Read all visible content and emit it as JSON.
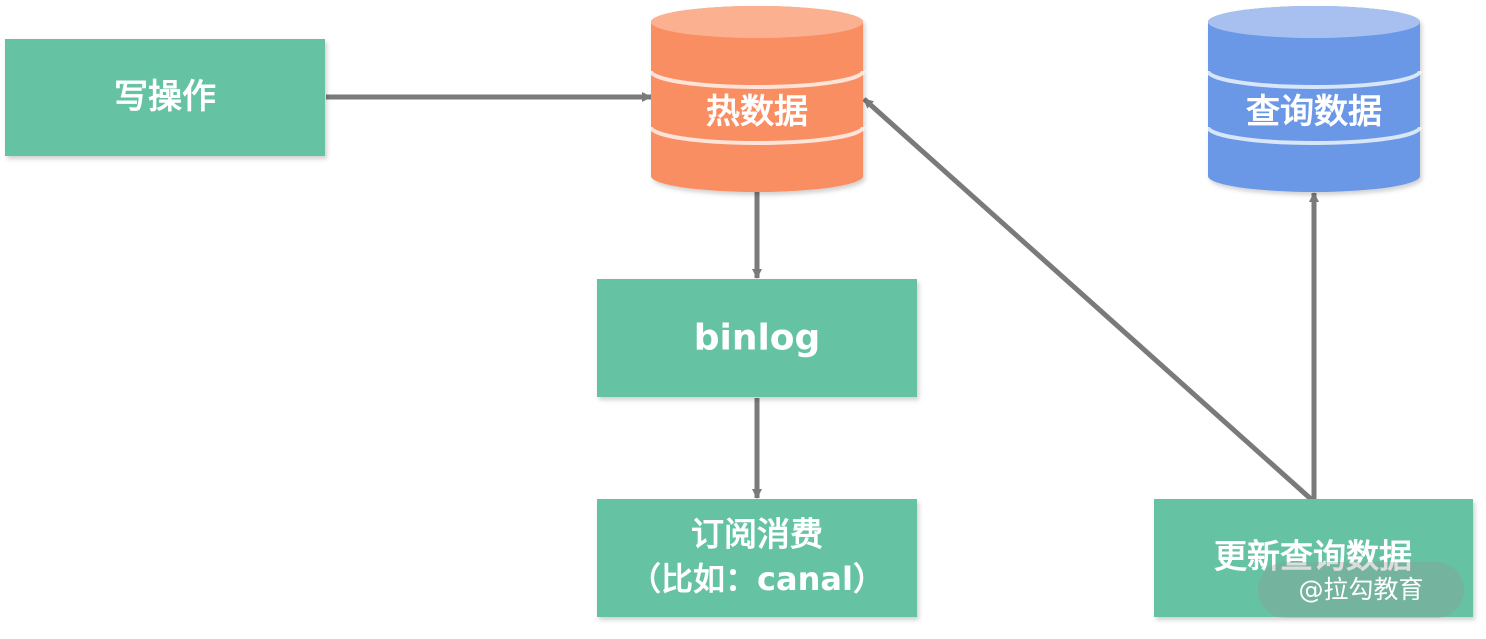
{
  "nodes": {
    "write_op": "写操作",
    "hot_data": "热数据",
    "query_data": "查询数据",
    "binlog": "binlog",
    "subscribe_line1": "订阅消费",
    "subscribe_line2": "（比如：canal）",
    "update_query": "更新查询数据"
  },
  "watermark": "@拉勾教育",
  "colors": {
    "box_fill": "#65c2a3",
    "hot_db": "#f98e63",
    "query_db": "#6a98e6",
    "arrow": "#7a7a7a"
  }
}
